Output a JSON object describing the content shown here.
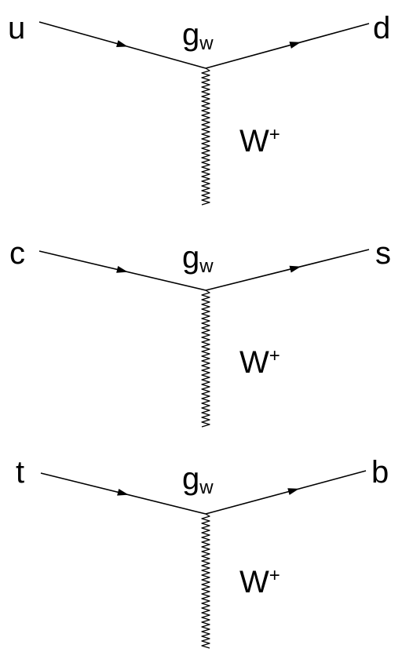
{
  "diagrams": [
    {
      "in_particle": "u",
      "out_particle": "d",
      "coupling": "g",
      "coupling_sub": "w",
      "boson": "W",
      "boson_sup": "+"
    },
    {
      "in_particle": "c",
      "out_particle": "s",
      "coupling": "g",
      "coupling_sub": "w",
      "boson": "W",
      "boson_sup": "+"
    },
    {
      "in_particle": "t",
      "out_particle": "b",
      "coupling": "g",
      "coupling_sub": "w",
      "boson": "W",
      "boson_sup": "+"
    }
  ]
}
